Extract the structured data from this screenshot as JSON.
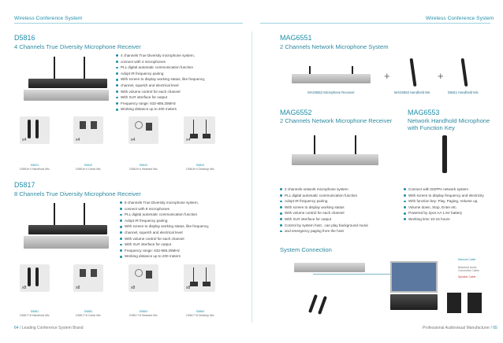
{
  "header": {
    "left": "Wireless Conference System",
    "right": "Wireless Conference System"
  },
  "d5816": {
    "model": "D5816",
    "subtitle": "4 Channels True Diversity Microphone Receiver",
    "features": [
      "4 channels True Diversity microphone system,",
      "connect with 4 microphones",
      "PLL digital automatic communication function",
      "Adopt IR frequency pairing",
      "With screen to display working status, like frequency,",
      "channel, squelch and electrical level",
      "With volume control for each channel",
      "With XLR interface for output",
      "Frequency range: 632-685.25MHz",
      "Working distance up to 200 meters"
    ],
    "thumbs": [
      {
        "model": "D5841",
        "caption": "D5816+4 Handhold Mic",
        "count": "x4"
      },
      {
        "model": "D5842",
        "caption": "D5816+4 Collar Mic",
        "count": "x4"
      },
      {
        "model": "D5843",
        "caption": "D5816+4 Headset Mic",
        "count": "x4"
      },
      {
        "model": "D5844",
        "caption": "D5816+4 Desktop Mic",
        "count": "x4"
      }
    ]
  },
  "d5817": {
    "model": "D5817",
    "subtitle": "8 Channels True Diversity Microphone Receiver",
    "features": [
      "8 channels True Diversity microphone system,",
      "connect with 8 microphones",
      "PLL digital automatic communication function",
      "Adopt IR frequency pairing",
      "With screen to display working status, like frequency,",
      "channel, squelch and electrical level",
      "With volume control for each channel",
      "With XLR interface for output",
      "Frequency range: 632-685.25MHz",
      "Working distance up to 200 meters"
    ],
    "thumbs": [
      {
        "model": "D5881",
        "caption": "D5817+8 Handhold Mic",
        "count": "x8"
      },
      {
        "model": "D5882",
        "caption": "D5817+8 Collar Mic",
        "count": "x8"
      },
      {
        "model": "D5883",
        "caption": "D5817+8 Headset Mic",
        "count": "x8"
      },
      {
        "model": "D5884",
        "caption": "D5817+8 Desktop Mic",
        "count": "x8"
      }
    ]
  },
  "mag6551": {
    "model": "MAG6551",
    "subtitle": "2 Channels Network Microphone System",
    "cap_receiver": "MAG6552 Microphone Receiver",
    "cap_handheld": "MAG6553 Handheld Mic",
    "cap_handheld2": "D5811 Handheld Mic"
  },
  "mag6552": {
    "model": "MAG6552",
    "subtitle": "2 Channels Network Microphone Receiver",
    "features": [
      "2 channels network microphone system",
      "PLL digital automatic communication function",
      "Adopt IR frequency pairing",
      "With screen to display working status",
      "With volume control for each channel",
      "With XLR interface for output",
      "Control by system host , can play background music",
      "and emergency paging from the host"
    ]
  },
  "mag6553": {
    "model": "MAG6553",
    "subtitle_line1": "Network Handhold Microphone",
    "subtitle_line2": "with Function Key",
    "features": [
      "Connect with DSPPA network system",
      "With screen to display frequency and electricity",
      "With function key: Play, Paging, Volume up,",
      "Volume down, Stop, Enter etc.",
      "Powered by 2pcs AA 1.5V battery",
      "Working time 10-15 hours"
    ]
  },
  "system": {
    "title": "System Connection",
    "labels": [
      "Network Cable",
      "Balanced Audio Connection Cable",
      "Speaker Cable"
    ]
  },
  "footer": {
    "left_page": "64",
    "left_text": "/ Leading Conference System Brand",
    "right_text": "Professional Audiovisual Manufacturer /",
    "right_page": "65"
  },
  "colors": {
    "accent": "#1f8fa8"
  }
}
